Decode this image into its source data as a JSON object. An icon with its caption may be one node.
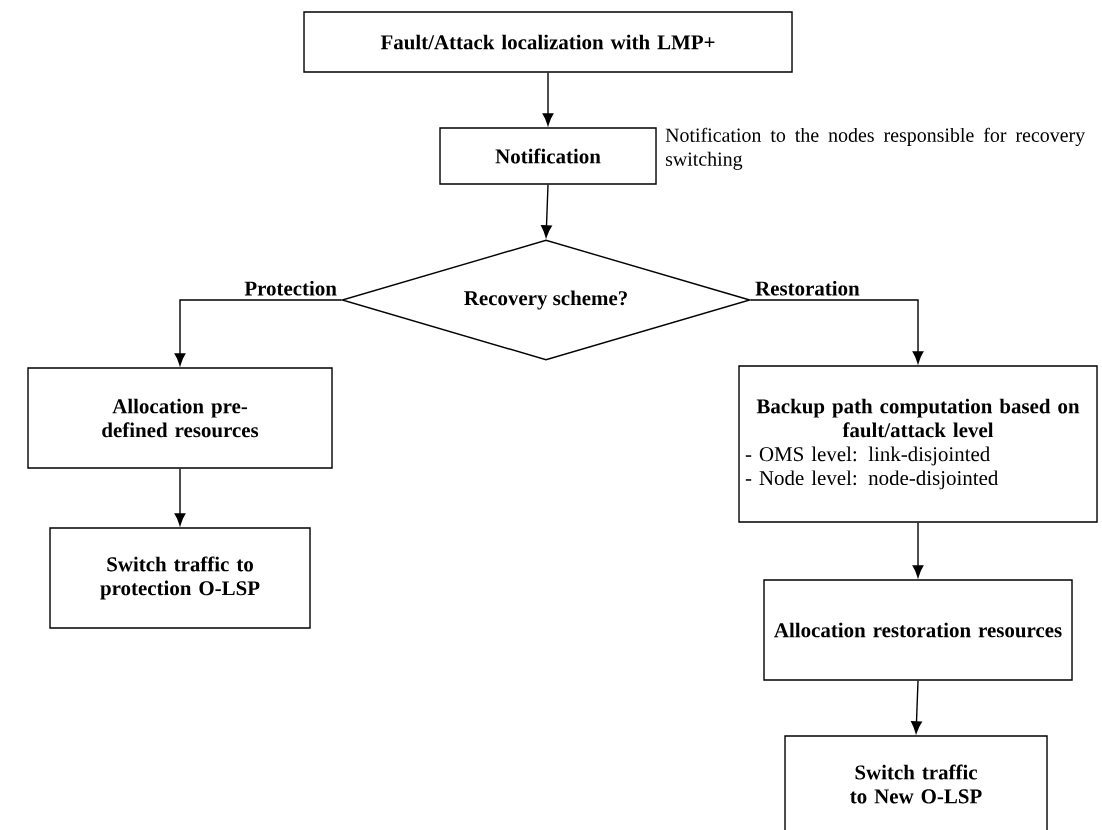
{
  "diagram": {
    "nodes": [
      {
        "text": [
          "Fault/Attack localization with LMP+"
        ]
      },
      {
        "text": [
          "Notification"
        ],
        "beside": [
          "Notification to the nodes responsible for recovery switching"
        ]
      },
      {
        "text": [
          "Recovery scheme?"
        ]
      },
      {
        "text": [
          "Allocation pre-defined resources"
        ]
      },
      {
        "text": [
          "Switch traffic to protection O-LSP"
        ]
      },
      {
        "text": [
          "Backup path computation based on fault/attack level",
          "- OMS level: link-disjointed",
          "- Node level: node-disjointed"
        ]
      },
      {
        "text": [
          "Allocation restoration resources"
        ]
      },
      {
        "text": [
          "Switch traffic to New O-LSP"
        ]
      }
    ],
    "edges": [
      {
        "from": 0,
        "to": 1,
        "arrow": "to"
      },
      {
        "from": 1,
        "to": 2,
        "arrow": "to"
      },
      {
        "from": 2,
        "to": 3,
        "arrow": "to",
        "label": "Protection"
      },
      {
        "from": 2,
        "to": 5,
        "arrow": "to",
        "label": "Restoration"
      },
      {
        "from": 3,
        "to": 4,
        "arrow": "to"
      },
      {
        "from": 5,
        "to": 6,
        "arrow": "to"
      },
      {
        "from": 6,
        "to": 7,
        "arrow": "to"
      }
    ]
  }
}
